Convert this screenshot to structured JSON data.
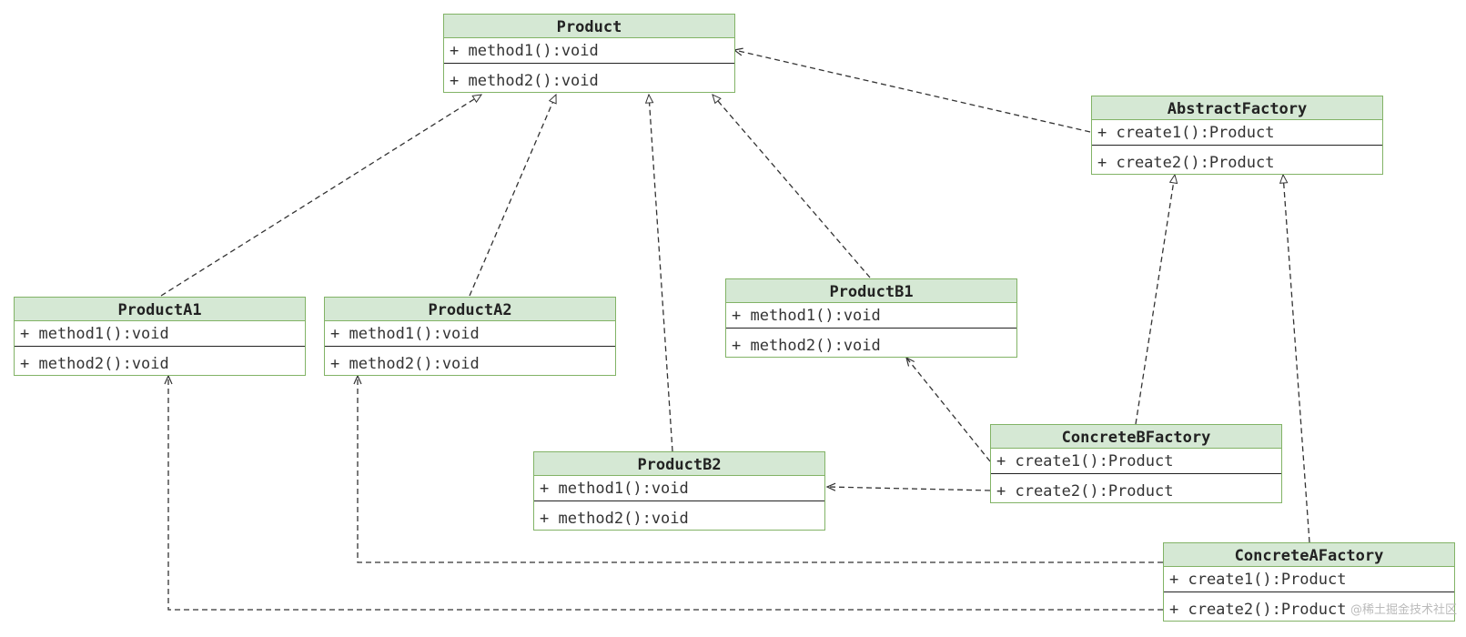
{
  "classes": {
    "product": {
      "name": "Product",
      "members": [
        "+ method1():void",
        "+ method2():void"
      ]
    },
    "product_a1": {
      "name": "ProductA1",
      "members": [
        "+ method1():void",
        "+ method2():void"
      ]
    },
    "product_a2": {
      "name": "ProductA2",
      "members": [
        "+ method1():void",
        "+ method2():void"
      ]
    },
    "product_b1": {
      "name": "ProductB1",
      "members": [
        "+ method1():void",
        "+ method2():void"
      ]
    },
    "product_b2": {
      "name": "ProductB2",
      "members": [
        "+ method1():void",
        "+ method2():void"
      ]
    },
    "abstract_factory": {
      "name": "AbstractFactory",
      "members": [
        "+ create1():Product",
        "+ create2():Product"
      ]
    },
    "concrete_b_factory": {
      "name": "ConcreteBFactory",
      "members": [
        "+ create1():Product",
        "+ create2():Product"
      ]
    },
    "concrete_a_factory": {
      "name": "ConcreteAFactory",
      "members": [
        "+ create1():Product",
        "+ create2():Product"
      ]
    }
  },
  "relations": [
    {
      "from": "product_a1",
      "to": "product",
      "kind": "realization"
    },
    {
      "from": "product_a2",
      "to": "product",
      "kind": "realization"
    },
    {
      "from": "product_b2",
      "to": "product",
      "kind": "realization"
    },
    {
      "from": "product_b1",
      "to": "product",
      "kind": "realization"
    },
    {
      "from": "abstract_factory",
      "to": "product",
      "kind": "dependency"
    },
    {
      "from": "concrete_b_factory",
      "to": "abstract_factory",
      "kind": "realization"
    },
    {
      "from": "concrete_a_factory",
      "to": "abstract_factory",
      "kind": "realization"
    },
    {
      "from": "concrete_b_factory",
      "to": "product_b1",
      "kind": "dependency"
    },
    {
      "from": "concrete_b_factory",
      "to": "product_b2",
      "kind": "dependency"
    },
    {
      "from": "concrete_a_factory",
      "to": "product_a2",
      "kind": "dependency"
    },
    {
      "from": "concrete_a_factory",
      "to": "product_a1",
      "kind": "dependency"
    }
  ],
  "colors": {
    "header_fill": "#d5e8d4",
    "border": "#82b366",
    "edge": "#333333"
  },
  "watermark": "@稀土掘金技术社区"
}
